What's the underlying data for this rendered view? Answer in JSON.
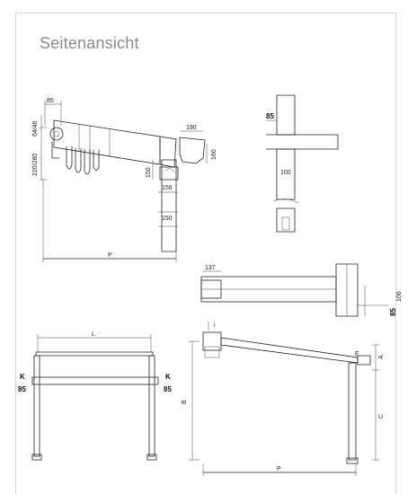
{
  "title": "Seitenansicht",
  "side_view": {
    "dim_top": "85",
    "dim_left_top": "64/46",
    "dim_left": "220/280",
    "dim_p": "P",
    "dim_190": "190",
    "dim_160": "160",
    "dim_150_upper": "150",
    "dim_156": "156",
    "dim_150_lower": "150"
  },
  "detail_view": {
    "dim_85": "85",
    "dim_100": "100"
  },
  "top_view": {
    "dim_137": "137",
    "dim_85": "85",
    "dim_100": "100"
  },
  "front_view": {
    "dim_l": "L",
    "k_left": "K",
    "k_right": "K",
    "dim_85_left": "85",
    "dim_85_right": "85"
  },
  "side_elevation": {
    "dim_i": "i",
    "dim_e": "E",
    "dim_a": "A",
    "dim_b": "B",
    "dim_c": "C",
    "dim_p": "P"
  }
}
